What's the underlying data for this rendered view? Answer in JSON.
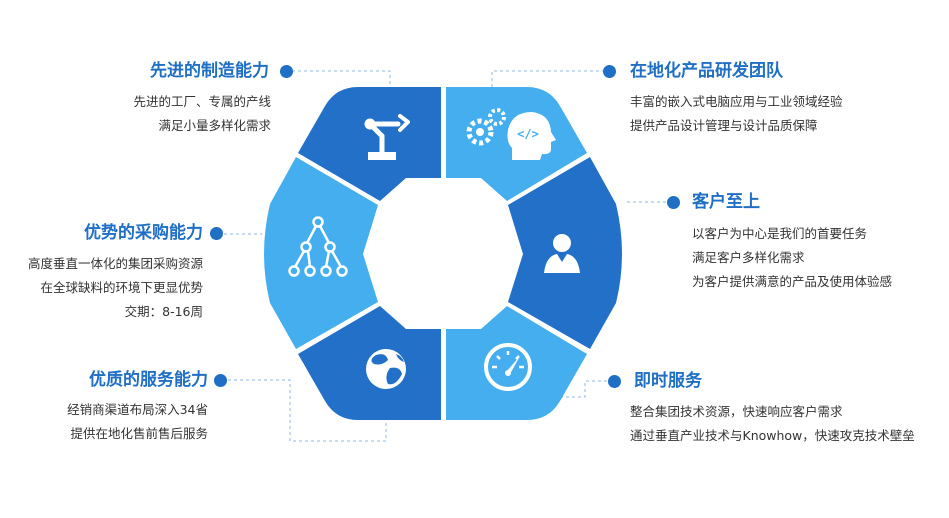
{
  "colors": {
    "title": "#1f6fc4",
    "dark": "#2270c8",
    "light": "#45aeee",
    "text": "#333333"
  },
  "items": [
    {
      "title": "先进的制造能力",
      "lines": [
        "先进的工厂、专属的产线",
        "满足小量多样化需求"
      ],
      "icon": "robot-arm-icon"
    },
    {
      "title": "在地化产品研发团队",
      "lines": [
        "丰富的嵌入式电脑应用与工业领域经验",
        "提供产品设计管理与设计品质保障"
      ],
      "icon": "gears-head-icon"
    },
    {
      "title": "优势的采购能力",
      "lines": [
        "高度垂直一体化的集团采购资源",
        "在全球缺料的环境下更显优势",
        "交期：8-16周"
      ],
      "icon": "hierarchy-icon"
    },
    {
      "title": "客户至上",
      "lines": [
        "以客户为中心是我们的首要任务",
        "满足客户多样化需求",
        "为客户提供满意的产品及使用体验感"
      ],
      "icon": "user-icon"
    },
    {
      "title": "优质的服务能力",
      "lines": [
        "经销商渠道布局深入34省",
        "提供在地化售前售后服务"
      ],
      "icon": "globe-icon"
    },
    {
      "title": "即时服务",
      "lines": [
        "整合集团技术资源，快速响应客户需求",
        "通过垂直产业技术与Knowhow，快速攻克技术壁垒"
      ],
      "icon": "speedometer-icon"
    }
  ]
}
